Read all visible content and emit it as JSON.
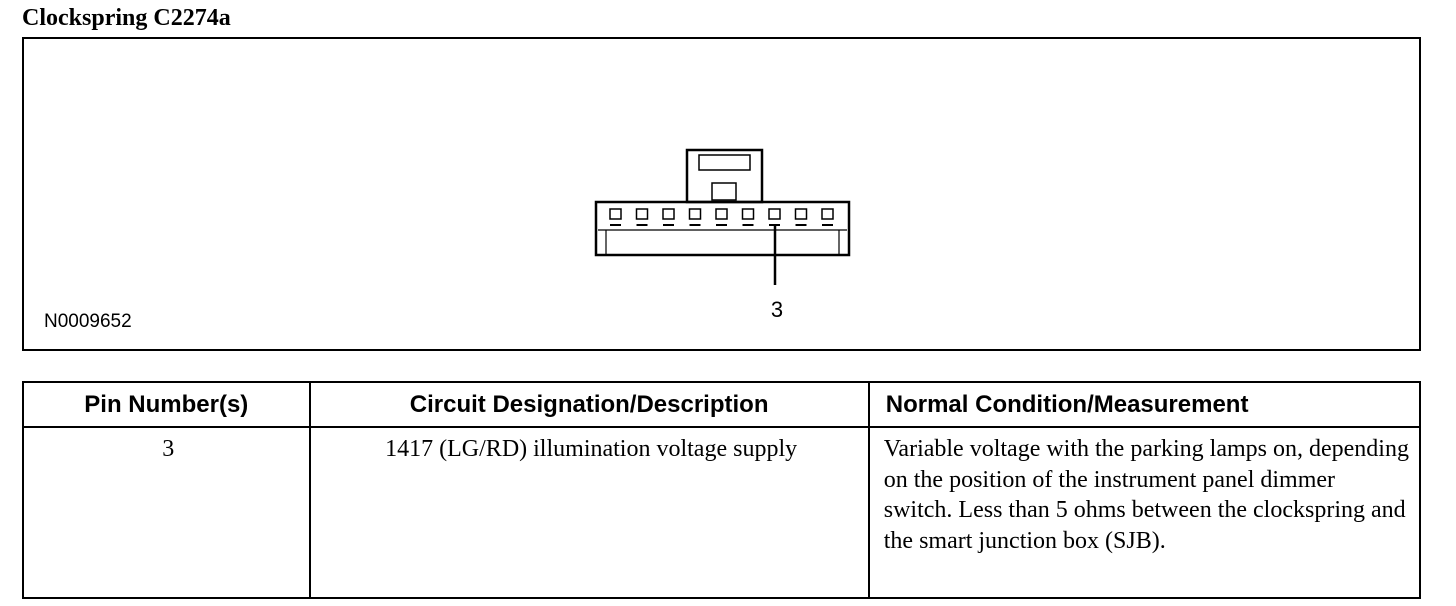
{
  "title": "Clockspring C2274a",
  "figure": {
    "id": "N0009652",
    "pin_callout": "3"
  },
  "table": {
    "headers": [
      "Pin Number(s)",
      "Circuit Designation/Description",
      "Normal Condition/Measurement"
    ],
    "rows": [
      {
        "pin": "3",
        "circuit": "1417 (LG/RD) illumination voltage supply",
        "condition": "Variable voltage with the parking lamps on, depending on the position of the instrument panel dimmer switch. Less than 5 ohms between the clockspring and the smart junction box (SJB)."
      }
    ]
  }
}
